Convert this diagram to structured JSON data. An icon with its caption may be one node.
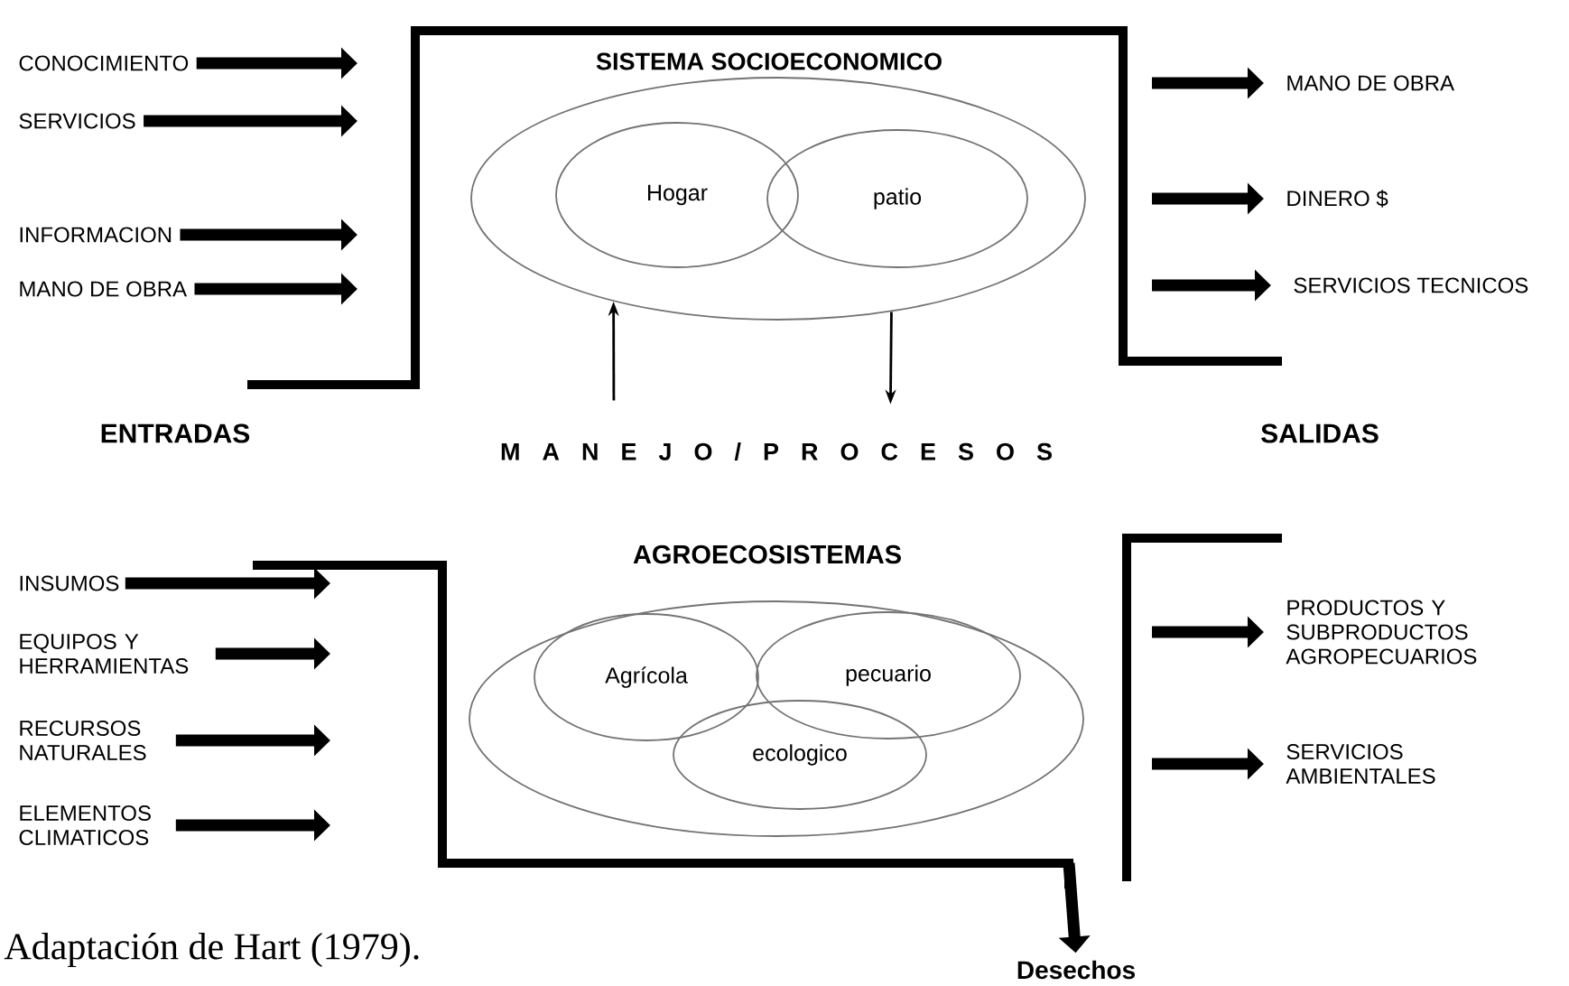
{
  "diagram": {
    "caption": "Adaptación de Hart (1979).",
    "nodes": [
      {
        "text": [],
        "shape": "ellipse"
      },
      {
        "text": [
          "Hogar"
        ],
        "in": 0
      },
      {
        "text": [
          "patio"
        ],
        "in": 0
      },
      {
        "text": [
          "CONOCIMIENTO"
        ]
      },
      {
        "text": [
          "SERVICIOS"
        ]
      },
      {
        "text": [
          "INFORMACION"
        ]
      },
      {
        "text": [
          "MANO DE OBRA"
        ]
      },
      {
        "text": [
          "MANO DE OBRA"
        ]
      },
      {
        "text": [
          "DINERO $"
        ]
      },
      {
        "text": [
          "SERVICIOS TECNICOS"
        ]
      },
      {
        "text": [],
        "shape": "ellipse"
      },
      {
        "text": [
          "Agrícola"
        ],
        "in": 10
      },
      {
        "text": [
          "pecuario"
        ],
        "in": 10
      },
      {
        "text": [
          "ecologico"
        ],
        "in": 10
      },
      {
        "text": [
          "INSUMOS"
        ]
      },
      {
        "text": [
          "EQUIPOS Y HERRAMIENTAS"
        ]
      },
      {
        "text": [
          "RECURSOS NATURALES"
        ]
      },
      {
        "text": [
          "ELEMENTOS CLIMATICOS"
        ]
      },
      {
        "text": [
          "PRODUCTOS Y SUBPRODUCTOS AGROPECUARIOS"
        ]
      },
      {
        "text": [
          "SERVICIOS AMBIENTALES"
        ]
      },
      {
        "text": [
          "Desechos"
        ]
      },
      {
        "text": [
          "M A N E J O / P R O C E S O S"
        ]
      }
    ],
    "edges": [
      {
        "from": 3,
        "to": null,
        "arrow": "to"
      },
      {
        "from": 4,
        "to": null,
        "arrow": "to"
      },
      {
        "from": 5,
        "to": null,
        "arrow": "to"
      },
      {
        "from": 6,
        "to": null,
        "arrow": "to"
      },
      {
        "from": null,
        "to": 7,
        "arrow": "to"
      },
      {
        "from": null,
        "to": 8,
        "arrow": "to"
      },
      {
        "from": null,
        "to": 9,
        "arrow": "to"
      },
      {
        "from": 21,
        "to": 0,
        "arrow": "to"
      },
      {
        "from": 0,
        "to": 21,
        "arrow": "to"
      },
      {
        "from": 14,
        "to": null,
        "arrow": "to"
      },
      {
        "from": 15,
        "to": null,
        "arrow": "to"
      },
      {
        "from": 16,
        "to": null,
        "arrow": "to"
      },
      {
        "from": 17,
        "to": null,
        "arrow": "to"
      },
      {
        "from": null,
        "to": 18,
        "arrow": "to"
      },
      {
        "from": null,
        "to": 19,
        "arrow": "to"
      },
      {
        "from": null,
        "to": 20,
        "arrow": "to"
      }
    ],
    "labels": [
      "SISTEMA SOCIOECONOMICO",
      "ENTRADAS",
      "SALIDAS",
      "AGROECOSISTEMAS"
    ]
  }
}
